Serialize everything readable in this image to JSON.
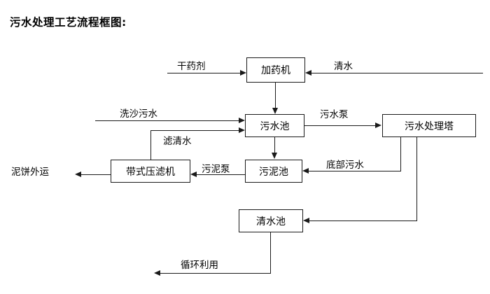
{
  "diagram": {
    "title": "污水处理工艺流程框图:",
    "nodes": [
      {
        "id": "dosing-machine",
        "label": "加药机"
      },
      {
        "id": "wastewater-pool",
        "label": "污水池"
      },
      {
        "id": "treatment-tower",
        "label": "污水处理塔"
      },
      {
        "id": "belt-filter-press",
        "label": "带式压滤机"
      },
      {
        "id": "sludge-pool",
        "label": "污泥池"
      },
      {
        "id": "clean-water-pool",
        "label": "清水池"
      }
    ],
    "terminals": [
      {
        "id": "dry-chemical",
        "label": "干药剂"
      },
      {
        "id": "clean-water-in",
        "label": "清水"
      },
      {
        "id": "sand-wash-wastewater",
        "label": "洗沙污水"
      },
      {
        "id": "mud-cake-out",
        "label": "泥饼外运"
      }
    ],
    "edge_labels": [
      {
        "id": "wastewater-pump",
        "label": "污水泵"
      },
      {
        "id": "filtered-clear-water",
        "label": "滤清水"
      },
      {
        "id": "sludge-pump",
        "label": "污泥泵"
      },
      {
        "id": "bottom-wastewater",
        "label": "底部污水"
      },
      {
        "id": "recycle-reuse",
        "label": "循环利用"
      }
    ],
    "colors": {
      "line": "#1a1a1a",
      "text": "#000000",
      "background": "#ffffff"
    }
  }
}
